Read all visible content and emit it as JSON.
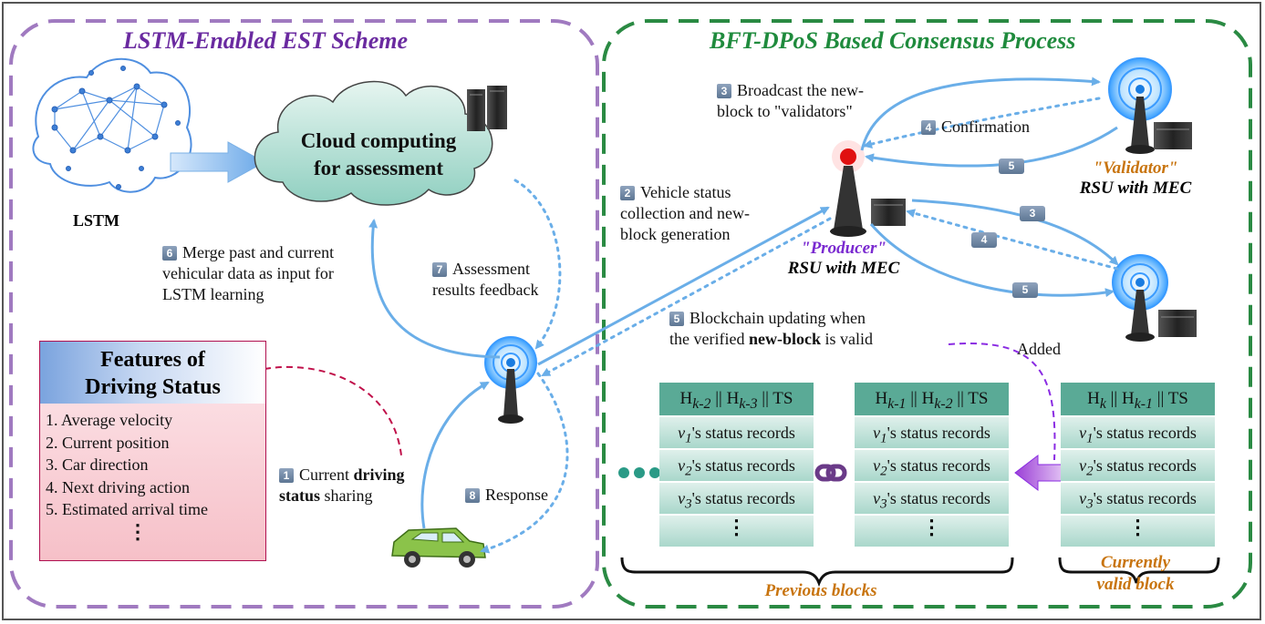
{
  "left_title": "LSTM-Enabled EST Scheme",
  "right_title": "BFT-DPoS Based Consensus Process",
  "lstm_label": "LSTM",
  "cloud": {
    "line1": "Cloud computing",
    "line2": "for assessment"
  },
  "features": {
    "title_line1": "Features of",
    "title_line2": "Driving Status",
    "items": [
      "1. Average velocity",
      "2. Current position",
      "3. Car direction",
      "4. Next driving action",
      "5. Estimated arrival time",
      "⋮"
    ]
  },
  "steps": {
    "s1": {
      "num": "1",
      "pre": "Current ",
      "bold1": "driving",
      "bold2": "status",
      "post": " sharing"
    },
    "s2": {
      "num": "2",
      "line1": "Vehicle status",
      "line2": "collection and new-",
      "line3": "block generation"
    },
    "s3": {
      "num": "3",
      "line1": "Broadcast the new-",
      "line2": "block to \"validators\""
    },
    "s4": {
      "num": "4",
      "text": "Confirmation"
    },
    "s5": {
      "num": "5",
      "line1": "Blockchain updating when",
      "line2_pre": "the verified ",
      "line2_bold": "new-block",
      "line2_post": " is valid"
    },
    "s6": {
      "num": "6",
      "line1": "Merge past and current",
      "line2": "vehicular data as input for",
      "line3": "LSTM learning"
    },
    "s7": {
      "num": "7",
      "line1": "Assessment",
      "line2": "results feedback"
    },
    "s8": {
      "num": "8",
      "text": "Response"
    }
  },
  "small_badges": {
    "b3a": "3",
    "b3b": "3",
    "b4": "4",
    "b5a": "5",
    "b5b": "5"
  },
  "producer": {
    "name": "\"Producer\"",
    "desc": "RSU with MEC"
  },
  "validator": {
    "name": "\"Validator\"",
    "desc": "RSU with MEC"
  },
  "added_label": "Added",
  "blocks": [
    {
      "header": [
        "H",
        "k-2",
        " || H",
        "k-3",
        " || TS"
      ]
    },
    {
      "header": [
        "H",
        "k-1",
        " || H",
        "k-2",
        " || TS"
      ]
    },
    {
      "header": [
        "H",
        "k",
        " || H",
        "k-1",
        " || TS"
      ]
    }
  ],
  "records": [
    {
      "v": "v",
      "sub": "1",
      "text": "'s status records"
    },
    {
      "v": "v",
      "sub": "2",
      "text": "'s status records"
    },
    {
      "v": "v",
      "sub": "3",
      "text": "'s status records"
    }
  ],
  "block_dots": "⋮",
  "previous_blocks_label": "Previous blocks",
  "current_block_label_line1": "Currently",
  "current_block_label_line2": "valid block",
  "colors": {
    "purple": "#6a2aa0",
    "green": "#1f8b3d",
    "orange": "#c8740e",
    "arrow_blue": "#6aaee8",
    "block_header": "#5aaa96"
  }
}
